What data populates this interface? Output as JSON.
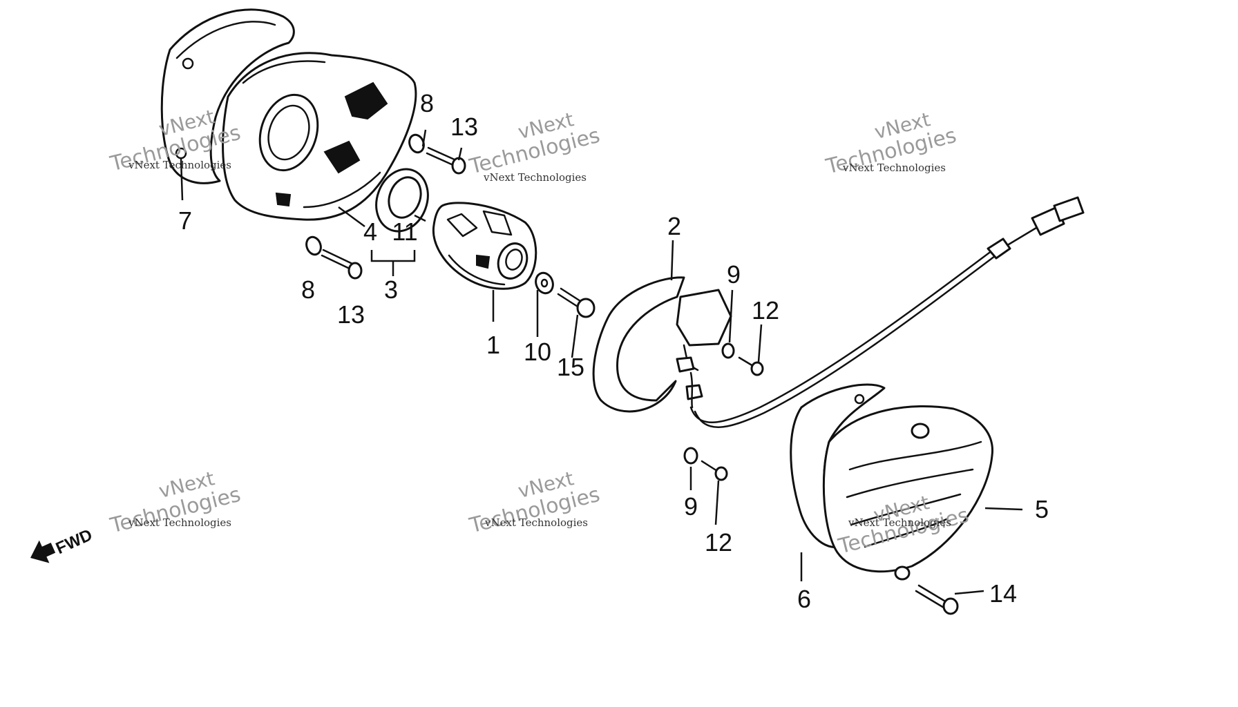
{
  "callouts": {
    "c1": "1",
    "c2": "2",
    "c3": "3",
    "c4": "4",
    "c5": "5",
    "c6": "6",
    "c7": "7",
    "c8a": "8",
    "c8b": "8",
    "c9a": "9",
    "c9b": "9",
    "c10": "10",
    "c11": "11",
    "c12a": "12",
    "c12b": "12",
    "c13a": "13",
    "c13b": "13",
    "c14": "14",
    "c15": "15"
  },
  "watermark": {
    "brand_top": "vNext",
    "brand_bottom": "Technologies",
    "caption": "vNext Technologies"
  },
  "fwd_label": "FWD"
}
